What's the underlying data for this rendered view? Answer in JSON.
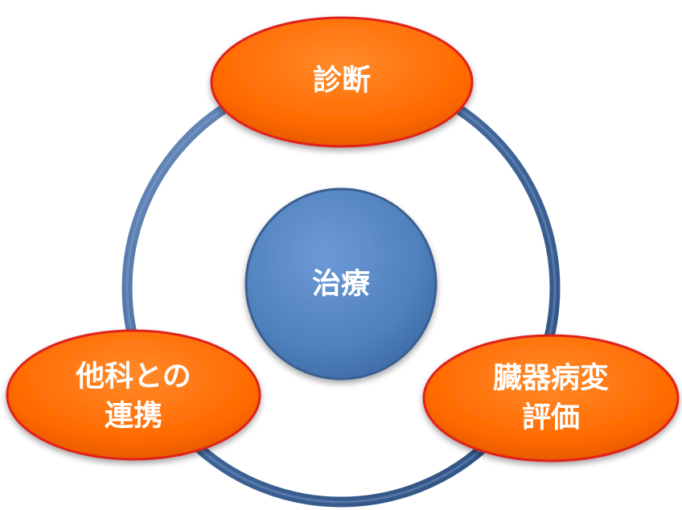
{
  "diagram": {
    "center": {
      "label": "治療",
      "color": "#4f81bd"
    },
    "nodes": [
      {
        "lines": [
          "診断"
        ],
        "color": "#ff6600"
      },
      {
        "lines": [
          "臓器病変",
          "評価"
        ],
        "color": "#ff6600"
      },
      {
        "lines": [
          "他科との",
          "連携"
        ],
        "color": "#ff6600"
      }
    ],
    "ring_color": "#3e5f8c",
    "node_border_color": "#e0201a",
    "label_color": "#ffffff"
  }
}
